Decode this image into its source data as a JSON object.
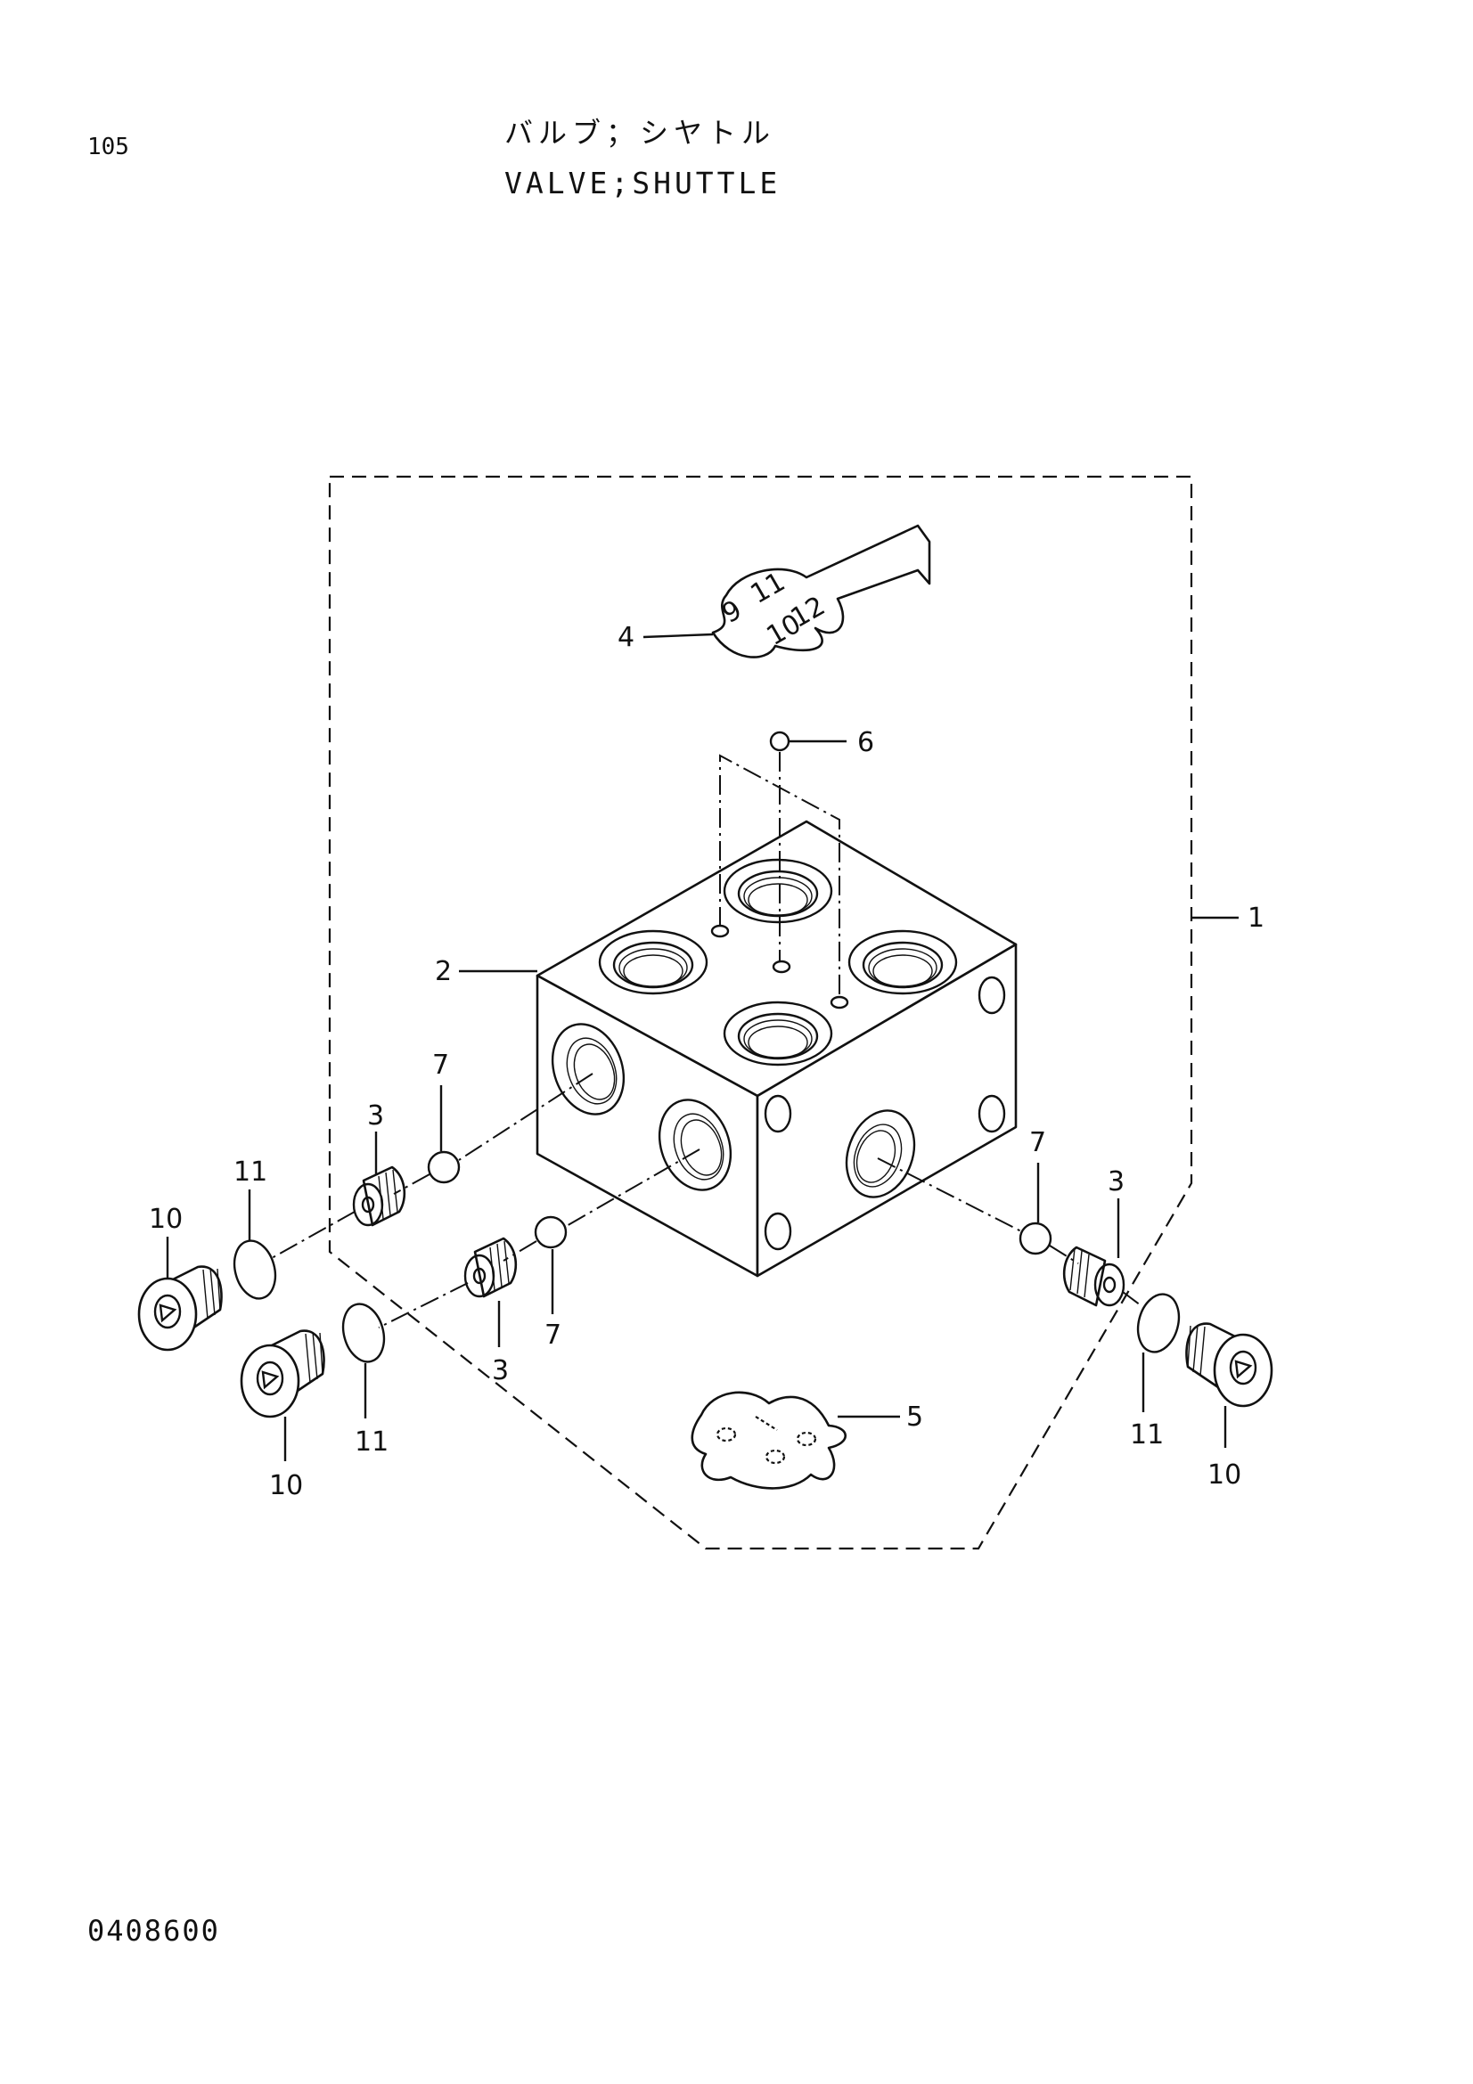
{
  "header": {
    "page_number": "105",
    "title_jp": "バルブ；シヤトル",
    "title_en": "VALVE;SHUTTLE"
  },
  "footer": {
    "doc_code": "0408600"
  },
  "callouts": {
    "c1": "1",
    "c2": "2",
    "c3a": "3",
    "c3b": "3",
    "c3c": "3",
    "c4": "4",
    "c5": "5",
    "c6": "6",
    "c7a": "7",
    "c7b": "7",
    "c7c": "7",
    "c10a": "10",
    "c10b": "10",
    "c10c": "10",
    "c11a": "11",
    "c11b": "11",
    "c11c": "11"
  },
  "plate_4_markings": [
    "11",
    "9",
    "12",
    "10"
  ]
}
